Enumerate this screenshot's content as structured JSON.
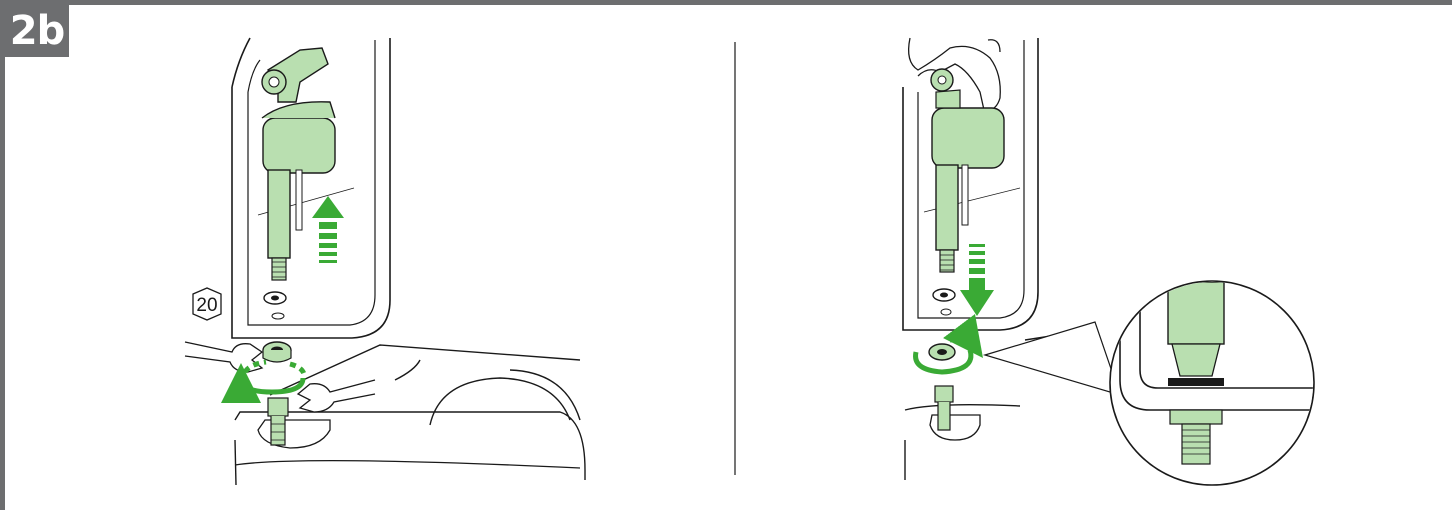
{
  "step": {
    "label": "2b"
  },
  "tool_size": {
    "label": "20"
  },
  "icons": {
    "panel_left": "toilet-tank-fill-valve-install-illustration",
    "panel_right": "toilet-tank-fill-valve-lower-illustration",
    "detail": "fill-valve-seal-zoom-detail"
  },
  "colors": {
    "frame": "#6d6e70",
    "accent_green": "#3aaa35",
    "valve_green": "#b9dfb0",
    "line": "#1a1a1a"
  }
}
